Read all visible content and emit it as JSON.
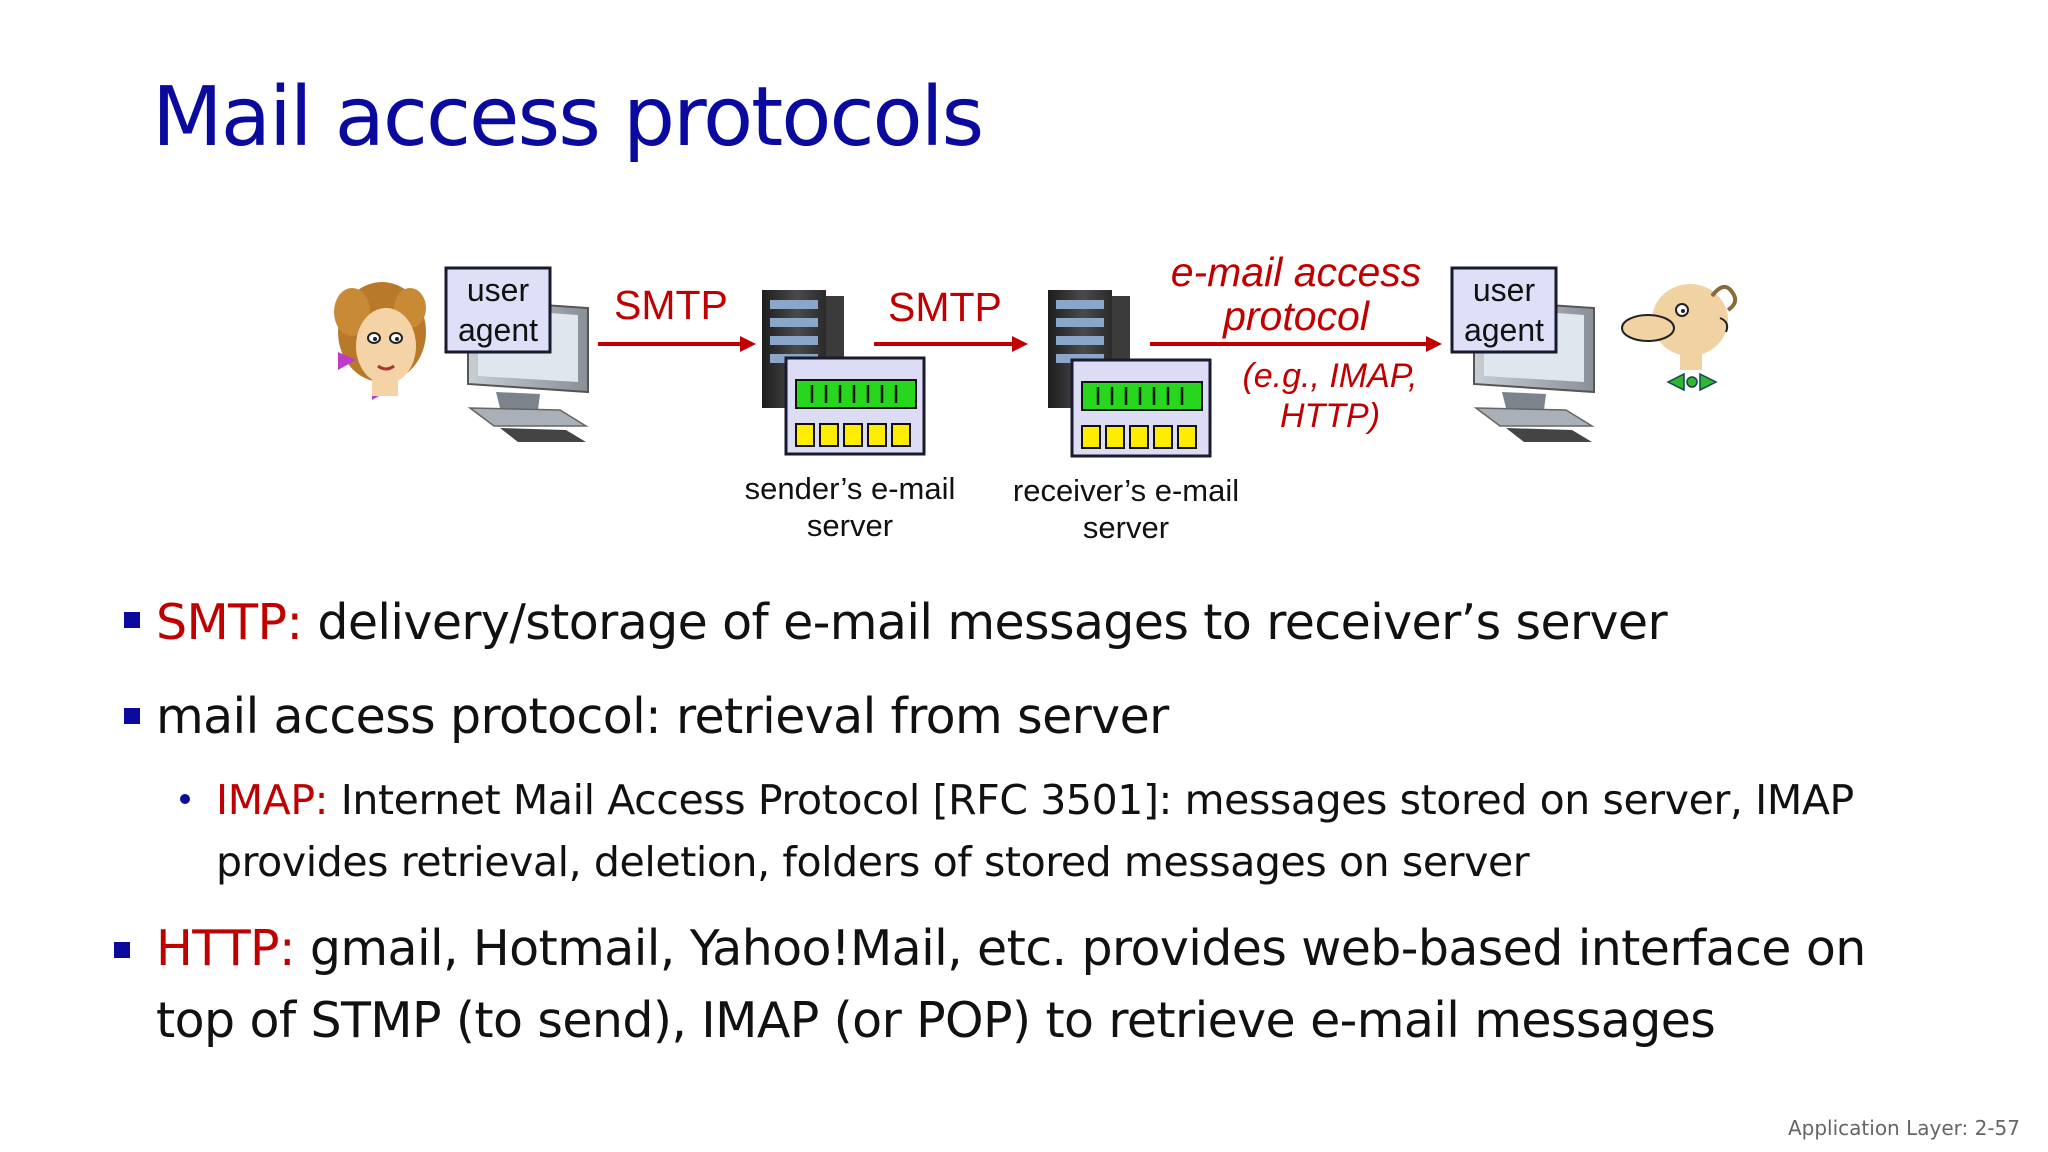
{
  "slide": {
    "title": "Mail access protocols",
    "footer": "Application Layer: 2-57"
  },
  "diagram": {
    "left_user_agent": [
      "user",
      "agent"
    ],
    "right_user_agent": [
      "user",
      "agent"
    ],
    "smtp_label_1": "SMTP",
    "smtp_label_2": "SMTP",
    "access_protocol": [
      "e-mail access",
      "protocol"
    ],
    "access_examples": [
      "(e.g., IMAP,",
      "HTTP)"
    ],
    "sender_server": [
      "sender’s e-mail",
      "server"
    ],
    "receiver_server": [
      "receiver’s e-mail",
      "server"
    ],
    "arrow_color": "#c00000"
  },
  "bullets": [
    {
      "prefix": "SMTP:",
      "text": " delivery/storage of e-mail messages to receiver’s server"
    },
    {
      "prefix": "",
      "text": "mail access protocol: retrieval from server"
    },
    {
      "prefix": "IMAP:",
      "line1": " Internet Mail Access Protocol [RFC 3501]: messages stored on server, IMAP",
      "line2": "provides retrieval, deletion, folders of stored messages on server"
    },
    {
      "prefix": "HTTP:",
      "line1": " gmail, Hotmail, Yahoo!Mail, etc. provides web-based interface on",
      "line2": "top of STMP (to send), IMAP (or POP) to retrieve e-mail messages"
    }
  ]
}
